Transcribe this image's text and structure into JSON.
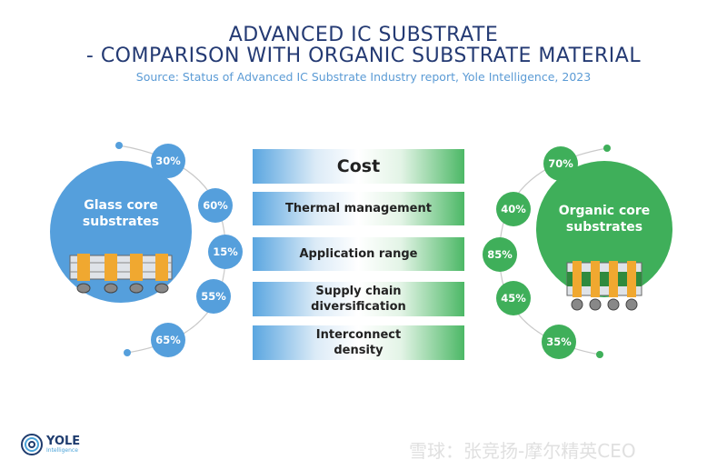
{
  "title": {
    "line1": "ADVANCED IC SUBSTRATE",
    "line2": "- COMPARISON WITH ORGANIC SUBSTRATE MATERIAL",
    "source": "Source: Status of Advanced IC Substrate Industry report, Yole Intelligence, 2023"
  },
  "left": {
    "label": "Glass core substrates",
    "values": [
      "30%",
      "60%",
      "15%",
      "55%",
      "65%"
    ],
    "color": "#559fdc"
  },
  "right": {
    "label": "Organic core substrates",
    "values": [
      "70%",
      "40%",
      "85%",
      "45%",
      "35%"
    ],
    "color": "#3faf5a"
  },
  "criteria": [
    "Cost",
    "Thermal management",
    "Application range",
    "Supply chain diversification",
    "Interconnect density"
  ],
  "logo": {
    "name": "YOLE",
    "sub": "Intelligence"
  },
  "watermark": "雪球：张竞扬-摩尔精英CEO"
}
